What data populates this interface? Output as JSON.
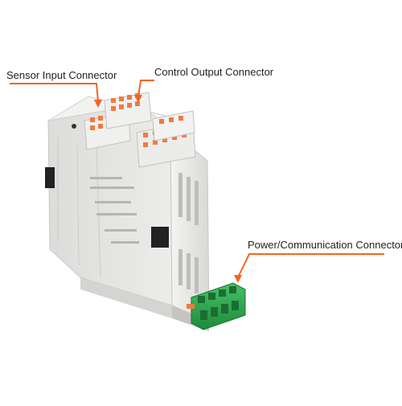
{
  "callouts": {
    "sensor_input": "Sensor Input Connector",
    "control_output": "Control Output Connector",
    "power_communication": "Power/Communication Connector"
  },
  "colors": {
    "accent": "#f26522",
    "device_body": "#e9e9e7",
    "connector_green": "#2fa84f",
    "terminal_orange": "#f07b3f"
  }
}
